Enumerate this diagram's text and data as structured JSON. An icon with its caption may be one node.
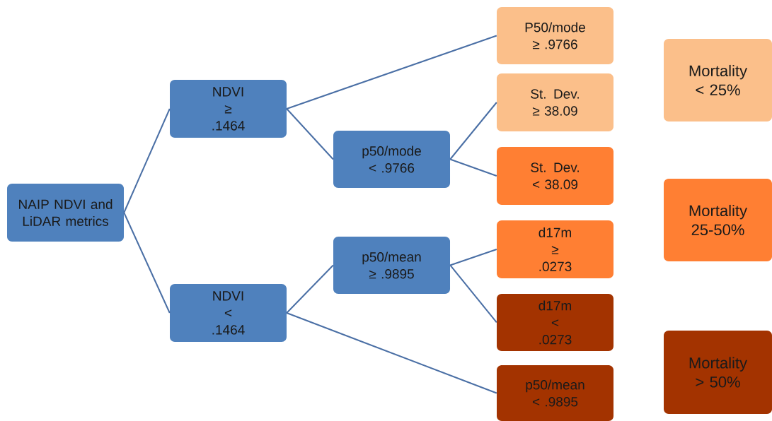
{
  "diagram": {
    "nodes": [
      {
        "text": [
          "NAIP NDVI and LiDAR metrics"
        ]
      },
      {
        "text": [
          "NDVI ≥ .1464"
        ]
      },
      {
        "text": [
          "NDVI < .1464"
        ]
      },
      {
        "text": [
          "p50/mode < .9766"
        ]
      },
      {
        "text": [
          "p50/mean ≥ .9895"
        ]
      },
      {
        "text": [
          "P50/mode ≥ .9766"
        ]
      },
      {
        "text": [
          "St. Dev. ≥ 38.09"
        ]
      },
      {
        "text": [
          "St. Dev. < 38.09"
        ]
      },
      {
        "text": [
          "d17m ≥ .0273"
        ]
      },
      {
        "text": [
          "d17m < .0273"
        ]
      },
      {
        "text": [
          "p50/mean < .9895"
        ]
      },
      {
        "text": [
          "Mortality < 25%"
        ]
      },
      {
        "text": [
          "Mortality 25-50%"
        ]
      },
      {
        "text": [
          "Mortality > 50%"
        ]
      }
    ],
    "edges": [
      {
        "from": 0,
        "to": 1,
        "arrow": "none"
      },
      {
        "from": 0,
        "to": 2,
        "arrow": "none"
      },
      {
        "from": 1,
        "to": 5,
        "arrow": "none"
      },
      {
        "from": 1,
        "to": 3,
        "arrow": "none"
      },
      {
        "from": 3,
        "to": 6,
        "arrow": "none"
      },
      {
        "from": 3,
        "to": 7,
        "arrow": "none"
      },
      {
        "from": 2,
        "to": 4,
        "arrow": "none"
      },
      {
        "from": 2,
        "to": 10,
        "arrow": "none"
      },
      {
        "from": 4,
        "to": 8,
        "arrow": "none"
      },
      {
        "from": 4,
        "to": 9,
        "arrow": "none"
      }
    ]
  }
}
